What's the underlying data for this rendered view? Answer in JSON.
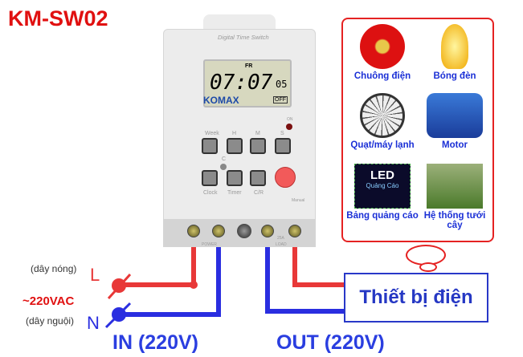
{
  "title": "KM-SW02",
  "device": {
    "header": "Digital Time Switch",
    "day": "FR",
    "time": "07:07",
    "seconds": "05",
    "brand": "KOMAX",
    "state": "OFF",
    "led_label": "ON",
    "buttons_top": [
      "Week",
      "H",
      "M",
      "S"
    ],
    "buttons_bottom": [
      "Clock",
      "Timer",
      "C/R"
    ],
    "c_label": "C",
    "manual": "Manual",
    "power": "POWER",
    "rating": "25A",
    "load": "LOAD"
  },
  "loads": [
    "Chuông điện",
    "Bóng đèn",
    "Quạt/máy lạnh",
    "Motor",
    "Bảng quảng cáo",
    "Hệ thống tưới cây"
  ],
  "led_sign": {
    "big": "LED",
    "small": "Quảng Cáo"
  },
  "supply": {
    "live_note": "(dây nóng)",
    "live": "L",
    "voltage": "~220VAC",
    "neutral_note": "(dây nguội)",
    "neutral": "N"
  },
  "in_label": "IN (220V)",
  "out_label": "OUT (220V)",
  "load_box": "Thiết bị điện",
  "colors": {
    "live": "#e83838",
    "neutral": "#2a2ee0",
    "accent": "#e01010"
  }
}
